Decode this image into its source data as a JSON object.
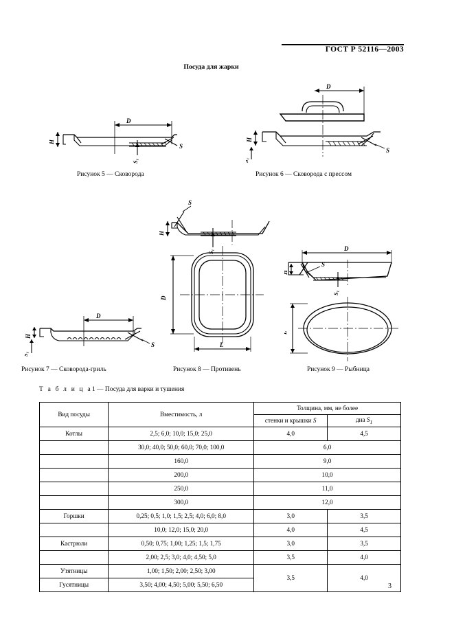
{
  "header": {
    "standard_code": "ГОСТ Р 52116—2003"
  },
  "section": {
    "title": "Посуда для жарки"
  },
  "figures": [
    {
      "id": "fig5",
      "caption": "Рисунок 5 — Сковорода",
      "dimension_labels": [
        "D",
        "H",
        "S",
        "S1"
      ]
    },
    {
      "id": "fig6",
      "caption": "Рисунок 6 — Сковорода с прессом",
      "dimension_labels": [
        "D",
        "H",
        "S",
        "S1"
      ]
    },
    {
      "id": "fig7",
      "caption": "Рисунок 7 — Сковорода-гриль",
      "dimension_labels": [
        "D",
        "H",
        "S",
        "S1"
      ]
    },
    {
      "id": "fig8",
      "caption": "Рисунок 8 — Противень",
      "dimension_labels": [
        "D",
        "L",
        "H",
        "S",
        "S1"
      ]
    },
    {
      "id": "fig9",
      "caption": "Рисунок 9 — Рыбница",
      "dimension_labels": [
        "D",
        "L",
        "H",
        "S",
        "S1"
      ]
    }
  ],
  "table": {
    "caption_prefix": "Т а б л и ц а",
    "caption_number": "1",
    "caption_text": "— Посуда для варки и тушения",
    "headers": {
      "kind": "Вид посуды",
      "capacity": "Вместимость, л",
      "thickness_group": "Толщина, мм, не более",
      "wall": "стенки и крышки",
      "wall_symbol": "S",
      "bottom": "дна",
      "bottom_symbol": "S",
      "bottom_symbol_sub": "1"
    },
    "rows": [
      {
        "kind": "Котлы",
        "capacity": "2,5; 6,0; 10,0; 15,0; 25,0",
        "wall": "4,0",
        "bottom": "4,5",
        "merged": false
      },
      {
        "kind": "",
        "capacity": "30,0; 40,0; 50,0; 60,0; 70,0; 100,0",
        "merged": true,
        "value": "6,0"
      },
      {
        "kind": "",
        "capacity": "160,0",
        "merged": true,
        "value": "9,0"
      },
      {
        "kind": "",
        "capacity": "200,0",
        "merged": true,
        "value": "10,0"
      },
      {
        "kind": "",
        "capacity": "250,0",
        "merged": true,
        "value": "11,0"
      },
      {
        "kind": "",
        "capacity": "300,0",
        "merged": true,
        "value": "12,0"
      },
      {
        "kind": "Горшки",
        "capacity": "0,25; 0,5; 1,0; 1,5; 2,5; 4,0; 6,0; 8,0",
        "wall": "3,0",
        "bottom": "3,5",
        "merged": false
      },
      {
        "kind": "",
        "capacity": "10,0; 12,0; 15,0; 20,0",
        "wall": "4,0",
        "bottom": "4,5",
        "merged": false
      },
      {
        "kind": "Кастрюли",
        "capacity": "0,50; 0,75; 1,00; 1,25; 1,5; 1,75",
        "wall": "3,0",
        "bottom": "3,5",
        "merged": false
      },
      {
        "kind": "",
        "capacity": "2,00; 2,5; 3,0; 4,0; 4,50; 5,0",
        "wall": "3,5",
        "bottom": "4,0",
        "merged": false
      },
      {
        "kind": "Утятницы",
        "capacity": "1,00; 1,50; 2,00; 2,50; 3,00",
        "wall": "3,5",
        "bottom": "4,0",
        "merged": false
      },
      {
        "kind": "Гусятницы",
        "capacity": "3,50; 4,00; 4,50; 5,00; 5,50; 6,50",
        "wall": "",
        "bottom": "",
        "merged": false
      }
    ]
  },
  "footer": {
    "page_number": "3"
  },
  "colors": {
    "ink": "#000000",
    "paper": "#ffffff"
  }
}
